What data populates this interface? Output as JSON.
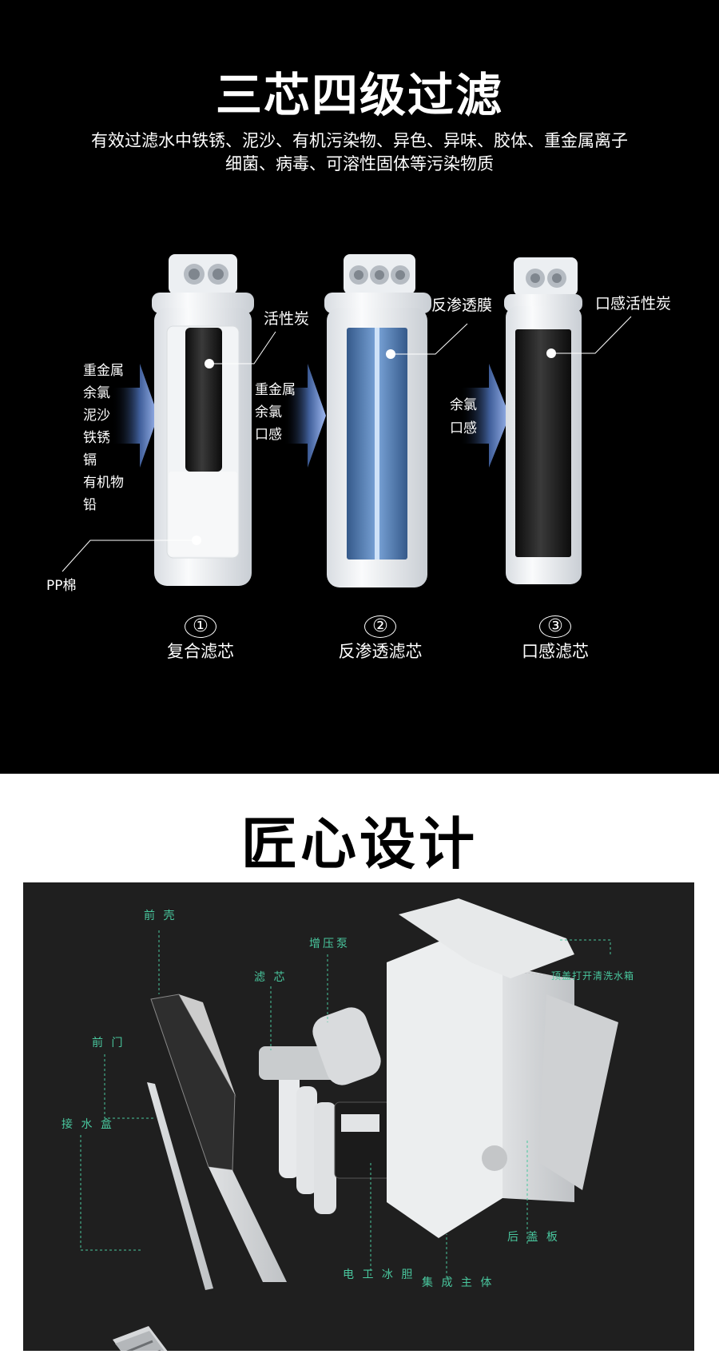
{
  "section1": {
    "title": "三芯四级过滤",
    "subtitle_line1": "有效过滤水中铁锈、泥沙、有机污染物、异色、异味、胶体、重金属离子",
    "subtitle_line2": "细菌、病毒、可溶性固体等污染物质",
    "filter1": {
      "inputs": [
        "重金属",
        "余氯",
        "泥沙",
        "铁锈",
        "镉",
        "有机物",
        "铅"
      ],
      "label_top": "活性炭",
      "label_bottom": "PP棉",
      "number": "①",
      "caption": "复合滤芯"
    },
    "filter2": {
      "inputs": [
        "重金属",
        "余氯",
        "口感"
      ],
      "label_top": "反渗透膜",
      "number": "②",
      "caption": "反渗透滤芯"
    },
    "filter3": {
      "inputs": [
        "余氯",
        "口感"
      ],
      "label_top": "口感活性炭",
      "number": "③",
      "caption": "口感滤芯"
    }
  },
  "section2": {
    "title": "匠心设计",
    "parts": {
      "front_shell": "前 壳",
      "front_door": "前 门",
      "drip_tray": "接 水 盒",
      "filter": "滤 芯",
      "pump": "增压泵",
      "top_cover": "顶盖打开清洗水箱",
      "rear_panel": "后 盖 板",
      "electric_tank": "电 工 冰 胆",
      "main_body": "集 成 主 体"
    }
  },
  "colors": {
    "accent": "#49c79e",
    "dark_bg": "#000000",
    "diagram_bg": "#1f1f1f"
  }
}
